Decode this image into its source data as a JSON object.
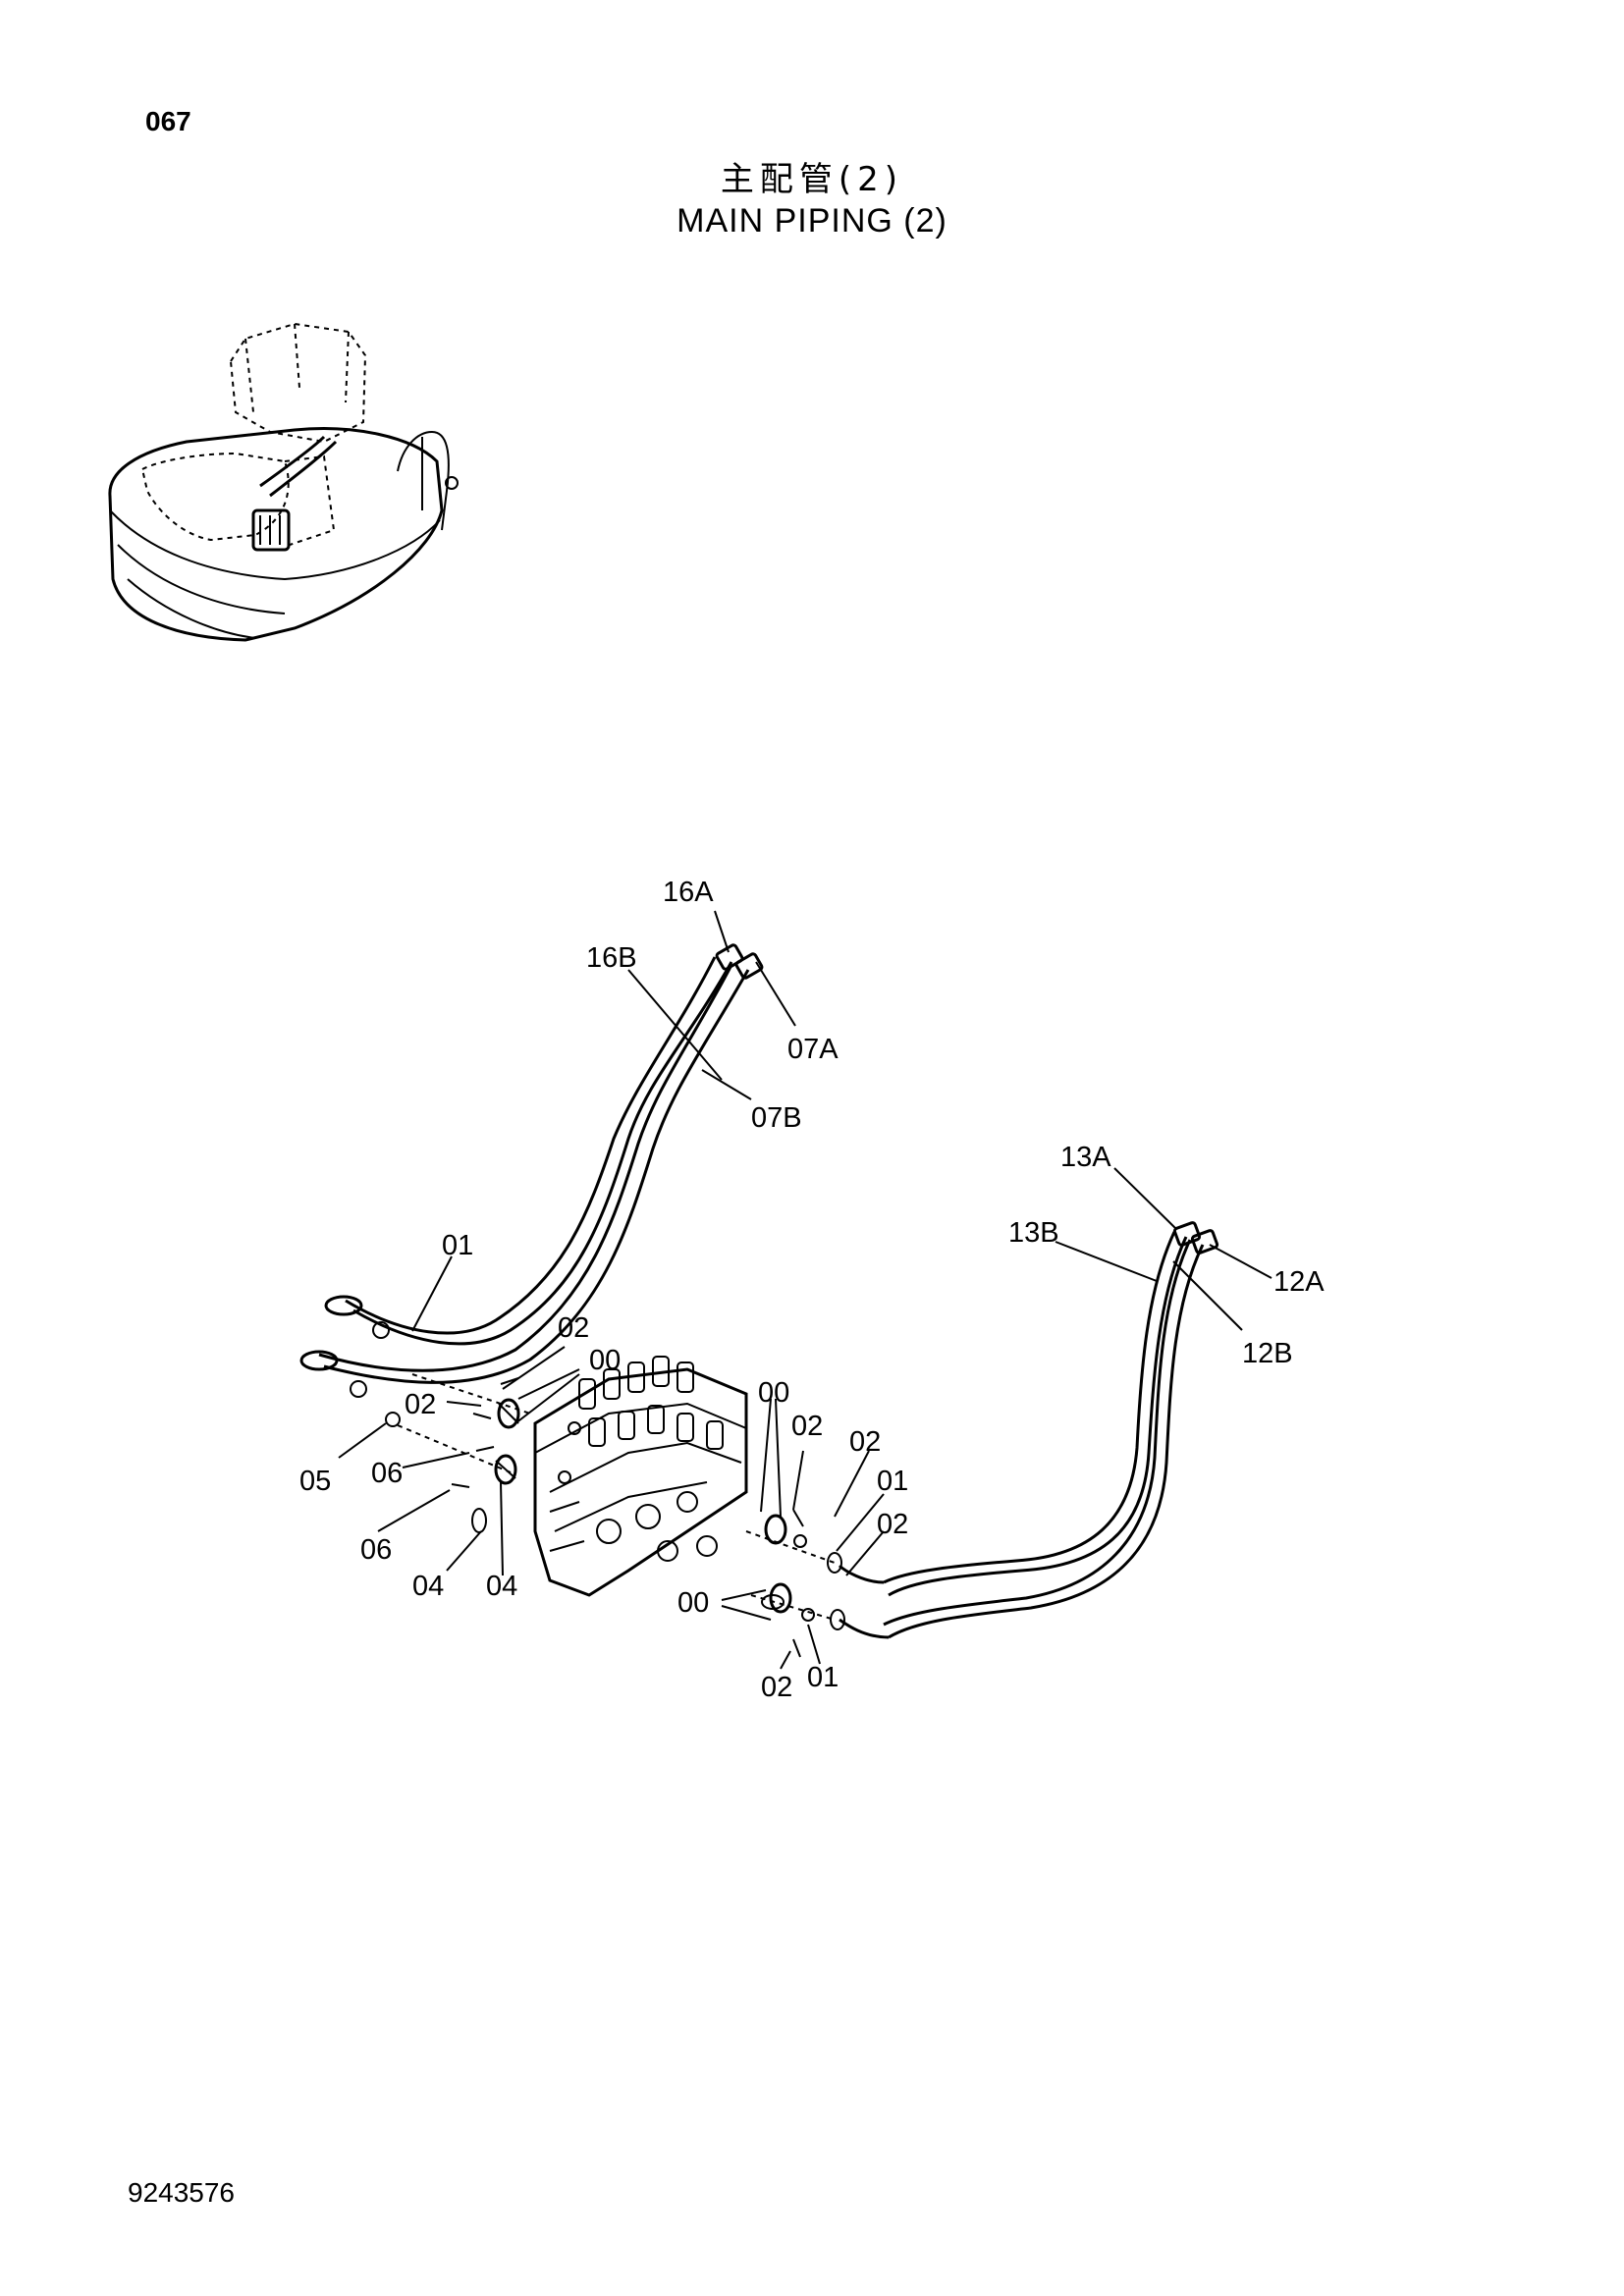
{
  "header": {
    "page_number": "067",
    "title_cn": "主配管(2)",
    "title_en": "MAIN PIPING (2)"
  },
  "footer": {
    "doc_number": "9243576"
  },
  "callouts": {
    "c16A": "16A",
    "c16B": "16B",
    "c07A": "07A",
    "c07B": "07B",
    "c13A": "13A",
    "c13B": "13B",
    "c12A": "12A",
    "c12B": "12B",
    "c01a": "01",
    "c02a": "02",
    "c00a": "00",
    "c02b": "02",
    "c05": "05",
    "c06a": "06",
    "c06b": "06",
    "c04a": "04",
    "c04b": "04",
    "c00b": "00",
    "c02c": "02",
    "c02d": "02",
    "c01b": "01",
    "c02e": "02",
    "c00c": "00",
    "c02f": "02",
    "c01c": "01"
  }
}
